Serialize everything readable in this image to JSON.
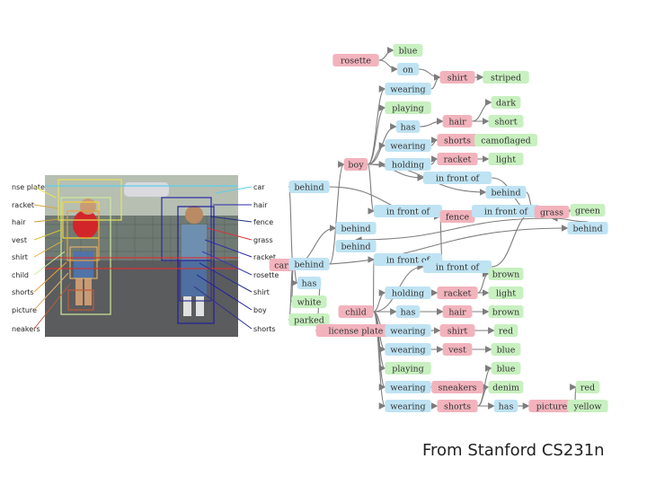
{
  "caption": "From Stanford CS231n",
  "colors": {
    "object": "#f2b3bd",
    "relation": "#bfe3f3",
    "attribute": "#c8f0c0",
    "edge": "#7d7d7d"
  },
  "photo": {
    "description_icon": "photo-two-boys-tennis-court",
    "labels_left": [
      "nse plate",
      "racket",
      "hair",
      "vest",
      "shirt",
      "child",
      "shorts",
      "picture",
      "neakers"
    ],
    "labels_right": [
      "car",
      "hair",
      "fence",
      "grass",
      "racket",
      "rosette",
      "shirt",
      "boy",
      "shorts"
    ]
  },
  "graph": {
    "nodes": [
      {
        "id": "rosette",
        "label": "rosette",
        "type": "object"
      },
      {
        "id": "blue1",
        "label": "blue",
        "type": "attribute"
      },
      {
        "id": "on",
        "label": "on",
        "type": "relation"
      },
      {
        "id": "shirt1",
        "label": "shirt",
        "type": "object"
      },
      {
        "id": "striped",
        "label": "striped",
        "type": "attribute"
      },
      {
        "id": "wearing1",
        "label": "wearing",
        "type": "relation"
      },
      {
        "id": "playing1",
        "label": "playing",
        "type": "attribute"
      },
      {
        "id": "dark",
        "label": "dark",
        "type": "attribute"
      },
      {
        "id": "has1",
        "label": "has",
        "type": "relation"
      },
      {
        "id": "hair1",
        "label": "hair",
        "type": "object"
      },
      {
        "id": "short",
        "label": "short",
        "type": "attribute"
      },
      {
        "id": "wearing2",
        "label": "wearing",
        "type": "relation"
      },
      {
        "id": "shorts1",
        "label": "shorts",
        "type": "object"
      },
      {
        "id": "camoflaged",
        "label": "camoflaged",
        "type": "attribute"
      },
      {
        "id": "boy",
        "label": "boy",
        "type": "object"
      },
      {
        "id": "holding1",
        "label": "holding",
        "type": "relation"
      },
      {
        "id": "racket1",
        "label": "racket",
        "type": "object"
      },
      {
        "id": "light1",
        "label": "light",
        "type": "attribute"
      },
      {
        "id": "infront1",
        "label": "in front of",
        "type": "relation"
      },
      {
        "id": "behind1",
        "label": "behind",
        "type": "relation"
      },
      {
        "id": "behind2",
        "label": "behind",
        "type": "relation"
      },
      {
        "id": "infront2",
        "label": "in front of",
        "type": "relation"
      },
      {
        "id": "fence",
        "label": "fence",
        "type": "object"
      },
      {
        "id": "infront3",
        "label": "in front of",
        "type": "relation"
      },
      {
        "id": "grass",
        "label": "grass",
        "type": "object"
      },
      {
        "id": "green",
        "label": "green",
        "type": "attribute"
      },
      {
        "id": "behind3",
        "label": "behind",
        "type": "relation"
      },
      {
        "id": "behind4",
        "label": "behind",
        "type": "relation"
      },
      {
        "id": "behind5",
        "label": "behind",
        "type": "relation"
      },
      {
        "id": "car",
        "label": "car",
        "type": "object"
      },
      {
        "id": "behind6",
        "label": "behind",
        "type": "relation"
      },
      {
        "id": "infront4",
        "label": "in front of",
        "type": "relation"
      },
      {
        "id": "infront5",
        "label": "in front of",
        "type": "relation"
      },
      {
        "id": "has2",
        "label": "has",
        "type": "relation"
      },
      {
        "id": "white",
        "label": "white",
        "type": "attribute"
      },
      {
        "id": "parked",
        "label": "parked",
        "type": "attribute"
      },
      {
        "id": "brown1",
        "label": "brown",
        "type": "attribute"
      },
      {
        "id": "holding2",
        "label": "holding",
        "type": "relation"
      },
      {
        "id": "racket2",
        "label": "racket",
        "type": "object"
      },
      {
        "id": "light2",
        "label": "light",
        "type": "attribute"
      },
      {
        "id": "child",
        "label": "child",
        "type": "object"
      },
      {
        "id": "has3",
        "label": "has",
        "type": "relation"
      },
      {
        "id": "hair2",
        "label": "hair",
        "type": "object"
      },
      {
        "id": "brown2",
        "label": "brown",
        "type": "attribute"
      },
      {
        "id": "licenseplate",
        "label": "license plate",
        "type": "object"
      },
      {
        "id": "wearing3",
        "label": "wearing",
        "type": "relation"
      },
      {
        "id": "shirt2",
        "label": "shirt",
        "type": "object"
      },
      {
        "id": "red1",
        "label": "red",
        "type": "attribute"
      },
      {
        "id": "wearing4",
        "label": "wearing",
        "type": "relation"
      },
      {
        "id": "vest",
        "label": "vest",
        "type": "object"
      },
      {
        "id": "blue2",
        "label": "blue",
        "type": "attribute"
      },
      {
        "id": "playing2",
        "label": "playing",
        "type": "attribute"
      },
      {
        "id": "blue3",
        "label": "blue",
        "type": "attribute"
      },
      {
        "id": "wearing5",
        "label": "wearing",
        "type": "relation"
      },
      {
        "id": "sneakers",
        "label": "sneakers",
        "type": "object"
      },
      {
        "id": "denim",
        "label": "denim",
        "type": "attribute"
      },
      {
        "id": "red2",
        "label": "red",
        "type": "attribute"
      },
      {
        "id": "wearing6",
        "label": "wearing",
        "type": "relation"
      },
      {
        "id": "shorts2",
        "label": "shorts",
        "type": "object"
      },
      {
        "id": "has4",
        "label": "has",
        "type": "relation"
      },
      {
        "id": "picture",
        "label": "picture",
        "type": "object"
      },
      {
        "id": "yellow",
        "label": "yellow",
        "type": "attribute"
      }
    ],
    "edges": [
      [
        "rosette",
        "blue1"
      ],
      [
        "rosette",
        "on"
      ],
      [
        "on",
        "shirt1"
      ],
      [
        "shirt1",
        "striped"
      ],
      [
        "boy",
        "wearing1"
      ],
      [
        "wearing1",
        "shirt1"
      ],
      [
        "boy",
        "playing1"
      ],
      [
        "boy",
        "has1"
      ],
      [
        "has1",
        "hair1"
      ],
      [
        "hair1",
        "dark"
      ],
      [
        "hair1",
        "short"
      ],
      [
        "boy",
        "wearing2"
      ],
      [
        "wearing2",
        "shorts1"
      ],
      [
        "shorts1",
        "camoflaged"
      ],
      [
        "boy",
        "holding1"
      ],
      [
        "holding1",
        "racket1"
      ],
      [
        "racket1",
        "light1"
      ],
      [
        "boy",
        "infront1"
      ],
      [
        "infront1",
        "grass"
      ],
      [
        "boy",
        "infront2"
      ],
      [
        "infront2",
        "fence"
      ],
      [
        "boy",
        "behind1"
      ],
      [
        "behind1",
        "grass"
      ],
      [
        "car",
        "behind6"
      ],
      [
        "behind6",
        "boy"
      ],
      [
        "car",
        "behind2"
      ],
      [
        "behind2",
        "fence"
      ],
      [
        "car",
        "behind3"
      ],
      [
        "behind3",
        "grass"
      ],
      [
        "car",
        "behind4"
      ],
      [
        "car",
        "has2"
      ],
      [
        "car",
        "white"
      ],
      [
        "car",
        "parked"
      ],
      [
        "has2",
        "licenseplate"
      ],
      [
        "fence",
        "infront3"
      ],
      [
        "infront3",
        "grass"
      ],
      [
        "grass",
        "green"
      ],
      [
        "grass",
        "behind5"
      ],
      [
        "child",
        "infront4"
      ],
      [
        "infront4",
        "fence"
      ],
      [
        "child",
        "infront5"
      ],
      [
        "infront5",
        "grass"
      ],
      [
        "child",
        "holding2"
      ],
      [
        "holding2",
        "racket2"
      ],
      [
        "racket2",
        "brown1"
      ],
      [
        "racket2",
        "light2"
      ],
      [
        "child",
        "has3"
      ],
      [
        "has3",
        "hair2"
      ],
      [
        "hair2",
        "brown2"
      ],
      [
        "child",
        "wearing3"
      ],
      [
        "wearing3",
        "shirt2"
      ],
      [
        "shirt2",
        "red1"
      ],
      [
        "child",
        "wearing4"
      ],
      [
        "wearing4",
        "vest"
      ],
      [
        "vest",
        "blue2"
      ],
      [
        "child",
        "playing2"
      ],
      [
        "child",
        "wearing5"
      ],
      [
        "wearing5",
        "sneakers"
      ],
      [
        "child",
        "wearing6"
      ],
      [
        "wearing6",
        "shorts2"
      ],
      [
        "shorts2",
        "blue3"
      ],
      [
        "shorts2",
        "denim"
      ],
      [
        "shorts2",
        "has4"
      ],
      [
        "has4",
        "picture"
      ],
      [
        "picture",
        "red2"
      ],
      [
        "picture",
        "yellow"
      ]
    ]
  }
}
